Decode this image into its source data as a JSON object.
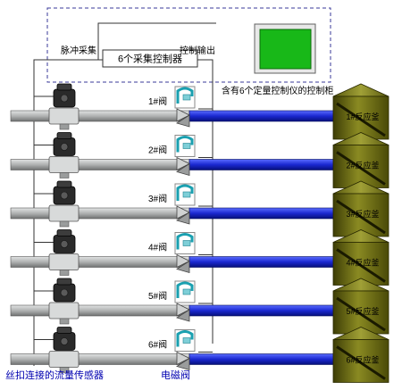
{
  "diagram": {
    "controller_label": "6个采集控制器",
    "pulse_label": "脉冲采集",
    "output_label": "控制输出",
    "cabinet_label": "含有6个定量控制仪的控制柜",
    "sensor_caption": "丝扣连接的流量传感器",
    "valve_caption": "电磁阀",
    "rows": [
      {
        "valve": "1#阀",
        "tank": "1#反应釜"
      },
      {
        "valve": "2#阀",
        "tank": "2#反应釜"
      },
      {
        "valve": "3#阀",
        "tank": "3#反应釜"
      },
      {
        "valve": "4#阀",
        "tank": "4#反应釜"
      },
      {
        "valve": "5#阀",
        "tank": "5#反应釜"
      },
      {
        "valve": "6#阀",
        "tank": "6#反应釜"
      }
    ],
    "colors": {
      "grey_pipe": "#a8aaaa",
      "blue_pipe": "#1020c8",
      "tank": "#6e6e10",
      "screen": "#18b818",
      "cabinet_border": "#3a3a9a",
      "label_blue": "#0000b0"
    }
  }
}
